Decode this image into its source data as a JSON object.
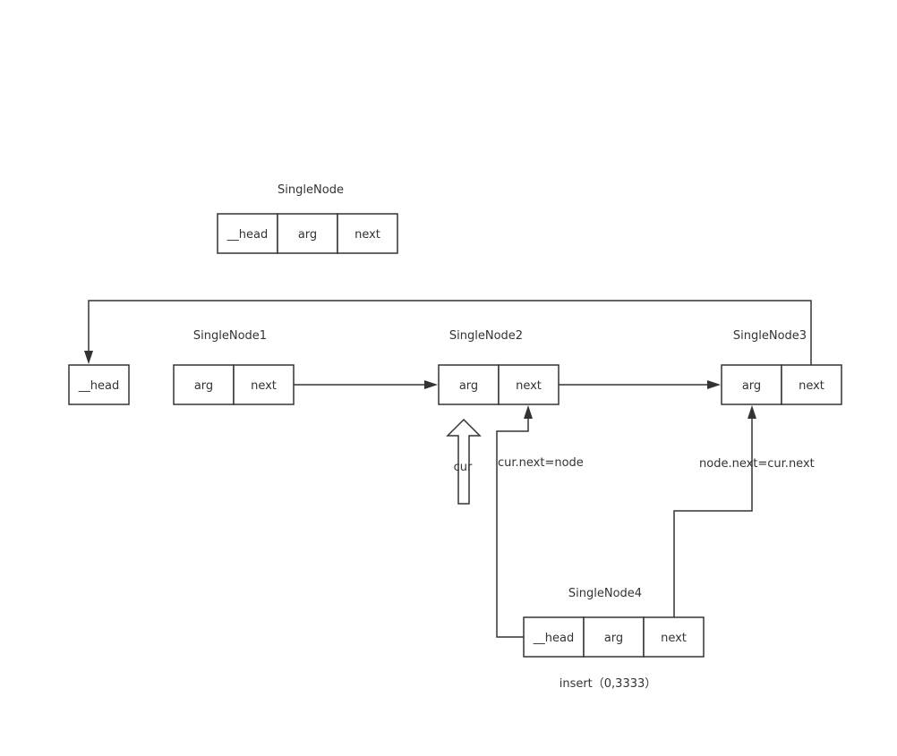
{
  "single_node": {
    "title": "SingleNode",
    "cells": [
      "__head",
      "arg",
      "next"
    ]
  },
  "head": {
    "label": "__head"
  },
  "node1": {
    "title": "SingleNode1",
    "cells": [
      "arg",
      "next"
    ]
  },
  "node2": {
    "title": "SingleNode2",
    "cells": [
      "arg",
      "next"
    ]
  },
  "node3": {
    "title": "SingleNode3",
    "cells": [
      "arg",
      "next"
    ]
  },
  "node4": {
    "title": "SingleNode4",
    "cells": [
      "__head",
      "arg",
      "next"
    ]
  },
  "pointer": {
    "label": "cur"
  },
  "edges": {
    "cur_next_label": "cur.next=node",
    "node_next_label": "node.next=cur.next"
  },
  "operation": {
    "label": "insert（0,3333）"
  }
}
